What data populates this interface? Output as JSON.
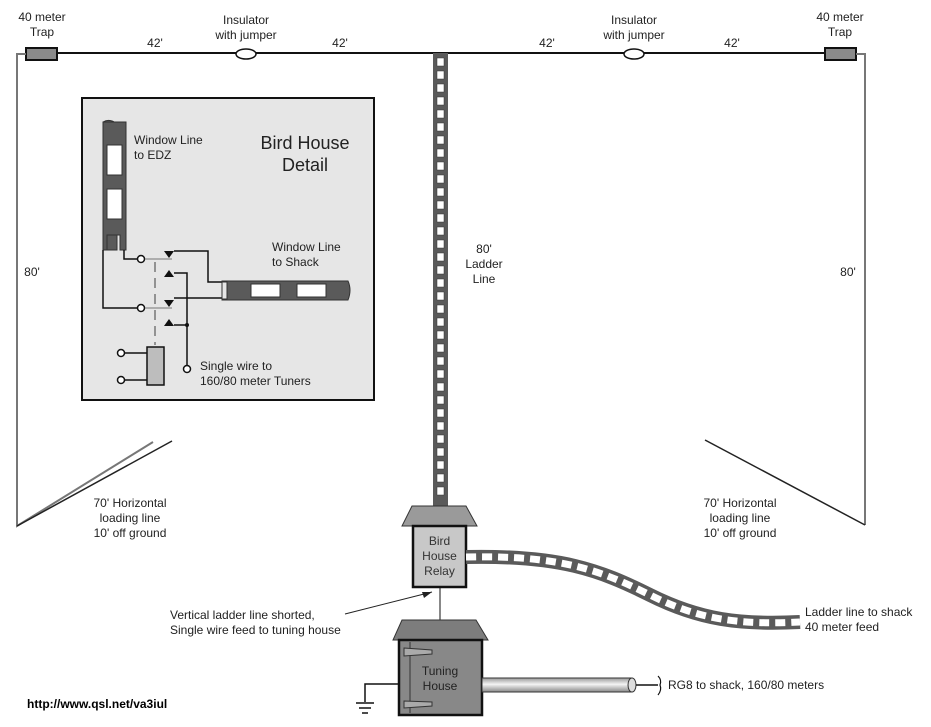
{
  "diagram": {
    "left_trap": {
      "label_line1": "40 meter",
      "label_line2": "Trap"
    },
    "right_trap": {
      "label_line1": "40 meter",
      "label_line2": "Trap"
    },
    "left_insulator": {
      "label_line1": "Insulator",
      "label_line2": "with jumper"
    },
    "right_insulator": {
      "label_line1": "Insulator",
      "label_line2": "with jumper"
    },
    "segments": [
      "42'",
      "42'",
      "42'",
      "42'"
    ],
    "left_drop": "80'",
    "right_drop": "80'",
    "ladder": {
      "line1": "80'",
      "line2": "Ladder",
      "line3": "Line"
    },
    "left_loading": {
      "line1": "70' Horizontal",
      "line2": "loading line",
      "line3": "10' off ground"
    },
    "right_loading": {
      "line1": "70' Horizontal",
      "line2": "loading line",
      "line3": "10' off ground"
    },
    "bird_house": {
      "line1": "Bird",
      "line2": "House",
      "line3": "Relay"
    },
    "tuning_house": {
      "line1": "Tuning",
      "line2": "House"
    },
    "note": {
      "line1": "Vertical ladder line shorted,",
      "line2": "Single wire feed to tuning house"
    },
    "ladder_feed": {
      "line1": "Ladder line to shack",
      "line2": "40 meter feed"
    },
    "coax_feed": "RG8 to shack, 160/80 meters",
    "url": "http://www.qsl.net/va3iul"
  },
  "detail": {
    "title_line1": "Bird House",
    "title_line2": "Detail",
    "edz_label_line1": "Window Line",
    "edz_label_line2": "to EDZ",
    "shack_label_line1": "Window Line",
    "shack_label_line2": "to Shack",
    "single_wire_line1": "Single wire to",
    "single_wire_line2": "160/80 meter Tuners"
  },
  "colors": {
    "trap": "#8a8a8a",
    "panel": "#e6e6e6",
    "ladder": "#5a5a5a",
    "house": "#888888",
    "relay": "#c8c8c8"
  }
}
